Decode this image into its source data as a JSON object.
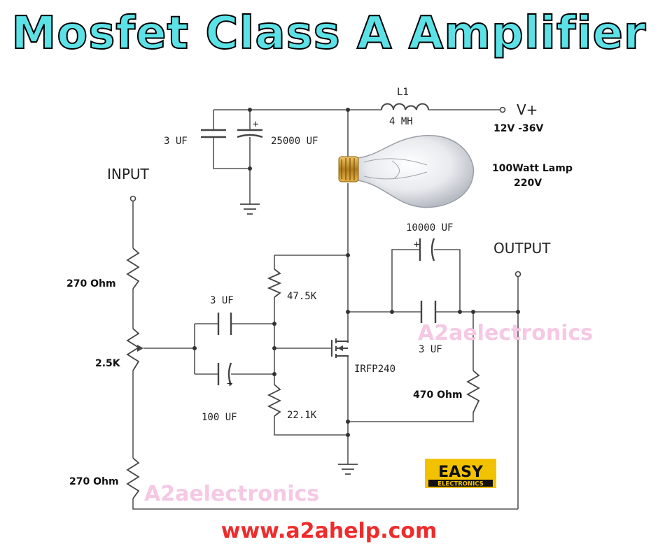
{
  "title": "Mosfet Class A Amplifier",
  "labels": {
    "input": "INPUT",
    "output": "OUTPUT",
    "vplus": "V+",
    "supply": "12V -36V",
    "l1_name": "L1",
    "l1_value": "4 MH",
    "c_3uf_top": "3 UF",
    "c_25000uf": "25000 UF",
    "lamp_line1": "100Watt Lamp",
    "lamp_line2": "220V",
    "c_10000uf": "10000 UF",
    "r_270_top": "270 Ohm",
    "r_270_bottom": "270 Ohm",
    "pot": "2.5K",
    "c_3uf_mid": "3 UF",
    "c_100uf": "100 UF",
    "r_47k": "47.5K",
    "r_22k": "22.1K",
    "mosfet": "IRFP240",
    "c_3uf_out": "3 UF",
    "r_470": "470 Ohm",
    "plus": "+"
  },
  "watermark": "A2aelectronics",
  "logo": {
    "line1": "EASY",
    "line2": "ELECTRONICS"
  },
  "url": "www.a2ahelp.com",
  "colors": {
    "title_fill": "#5ce1e6",
    "url": "#ef2b2b",
    "watermark": "#f5c8e4",
    "logo_yellow": "#f2c200"
  }
}
